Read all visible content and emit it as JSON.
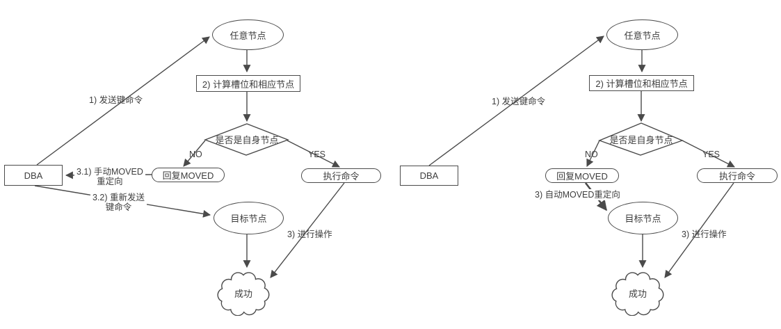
{
  "colors": {
    "stroke": "#4a4a4a",
    "text": "#3d3d3d",
    "background": "#ffffff"
  },
  "left_flow": {
    "nodes": {
      "any_node": "任意节点",
      "calc_slot": "2) 计算槽位和相应节点",
      "decision": "是否是自身节点",
      "reply_moved": "回复MOVED",
      "exec_cmd": "执行命令",
      "dba": "DBA",
      "target_node": "目标节点",
      "success": "成功"
    },
    "edges": {
      "send_key": "1) 发送键命令",
      "no": "NO",
      "yes": "YES",
      "manual_moved_l1": "3.1) 手动MOVED",
      "manual_moved_l2": "重定向",
      "resend_l1": "3.2) 重新发送",
      "resend_l2": "键命令",
      "operate": "3) 进行操作"
    }
  },
  "right_flow": {
    "nodes": {
      "any_node": "任意节点",
      "calc_slot": "2) 计算槽位和相应节点",
      "decision": "是否是自身节点",
      "reply_moved": "回复MOVED",
      "exec_cmd": "执行命令",
      "dba": "DBA",
      "target_node": "目标节点",
      "success": "成功"
    },
    "edges": {
      "send_key": "1) 发送键命令",
      "no": "NO",
      "yes": "YES",
      "auto_moved": "3) 自动MOVED重定向",
      "operate": "3) 进行操作"
    }
  }
}
